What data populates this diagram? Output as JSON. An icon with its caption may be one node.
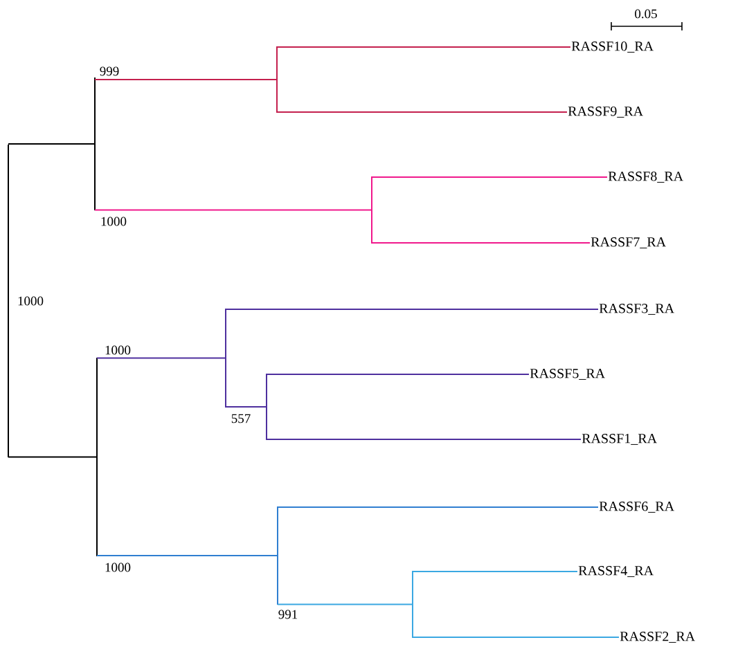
{
  "diagram": {
    "nodes": [
      {
        "text": [],
        "shape": "bar"
      },
      {
        "text": [],
        "shape": "bar"
      },
      {
        "text": [],
        "shape": "bar"
      },
      {
        "text": [
          "RASSF10_RA"
        ]
      },
      {
        "text": [
          "RASSF9_RA"
        ]
      },
      {
        "text": [],
        "shape": "bar"
      },
      {
        "text": [
          "RASSF8_RA"
        ]
      },
      {
        "text": [
          "RASSF7_RA"
        ]
      },
      {
        "text": [],
        "shape": "bar"
      },
      {
        "text": [],
        "shape": "bar"
      },
      {
        "text": [
          "RASSF3_RA"
        ]
      },
      {
        "text": [],
        "shape": "bar"
      },
      {
        "text": [
          "RASSF5_RA"
        ]
      },
      {
        "text": [
          "RASSF1_RA"
        ]
      },
      {
        "text": [],
        "shape": "bar"
      },
      {
        "text": [
          "RASSF6_RA"
        ]
      },
      {
        "text": [],
        "shape": "bar"
      },
      {
        "text": [
          "RASSF4_RA"
        ]
      },
      {
        "text": [
          "RASSF2_RA"
        ]
      }
    ],
    "edges": [
      {
        "from": 0,
        "to": 1,
        "arrow": "none",
        "color": "#000000"
      },
      {
        "from": 0,
        "to": 8,
        "arrow": "none",
        "color": "#000000"
      },
      {
        "from": 1,
        "to": 2,
        "arrow": "none",
        "color": "#c4204e"
      },
      {
        "from": 2,
        "to": 3,
        "arrow": "none",
        "color": "#c4204e"
      },
      {
        "from": 2,
        "to": 4,
        "arrow": "none",
        "color": "#c4204e"
      },
      {
        "from": 1,
        "to": 5,
        "arrow": "none",
        "color": "#f0188c"
      },
      {
        "from": 5,
        "to": 6,
        "arrow": "none",
        "color": "#f0188c"
      },
      {
        "from": 5,
        "to": 7,
        "arrow": "none",
        "color": "#f0188c"
      },
      {
        "from": 8,
        "to": 9,
        "arrow": "none",
        "color": "#4e2f9e"
      },
      {
        "from": 9,
        "to": 10,
        "arrow": "none",
        "color": "#4e2f9e"
      },
      {
        "from": 9,
        "to": 11,
        "arrow": "none",
        "color": "#4e2f9e"
      },
      {
        "from": 11,
        "to": 12,
        "arrow": "none",
        "color": "#4e2f9e"
      },
      {
        "from": 11,
        "to": 13,
        "arrow": "none",
        "color": "#4e2f9e"
      },
      {
        "from": 8,
        "to": 14,
        "arrow": "none",
        "color": "#2f7ed0"
      },
      {
        "from": 14,
        "to": 15,
        "arrow": "none",
        "color": "#2f7ed0"
      },
      {
        "from": 14,
        "to": 16,
        "arrow": "none",
        "color": "#3aa8e2"
      },
      {
        "from": 16,
        "to": 17,
        "arrow": "none",
        "color": "#3aa8e2"
      },
      {
        "from": 16,
        "to": 18,
        "arrow": "none",
        "color": "#3aa8e2"
      }
    ],
    "labels": [
      "0.05",
      "999",
      "1000",
      "1000",
      "1000",
      "557",
      "1000",
      "991"
    ]
  }
}
